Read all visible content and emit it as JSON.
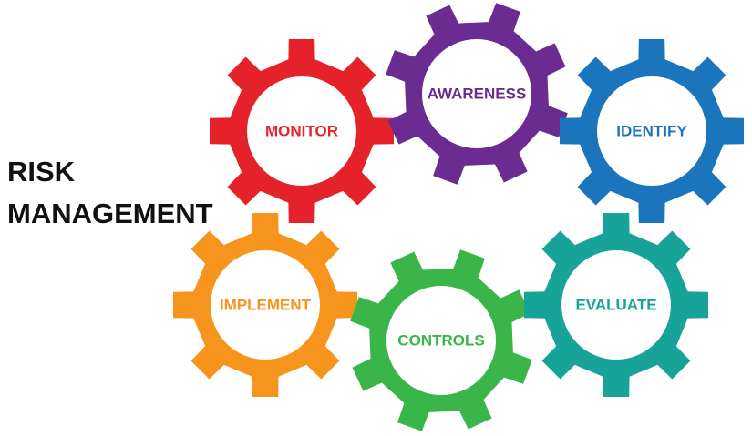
{
  "title": {
    "line1": "RISK",
    "line2": "MANAGEMENT"
  },
  "gears": [
    {
      "label": "MONITOR",
      "color": "#e52229"
    },
    {
      "label": "AWARENESS",
      "color": "#6a2c91"
    },
    {
      "label": "IDENTIFY",
      "color": "#1b75bc"
    },
    {
      "label": "IMPLEMENT",
      "color": "#f7941d"
    },
    {
      "label": "CONTROLS",
      "color": "#39b54a"
    },
    {
      "label": "EVALUATE",
      "color": "#17a398"
    }
  ]
}
